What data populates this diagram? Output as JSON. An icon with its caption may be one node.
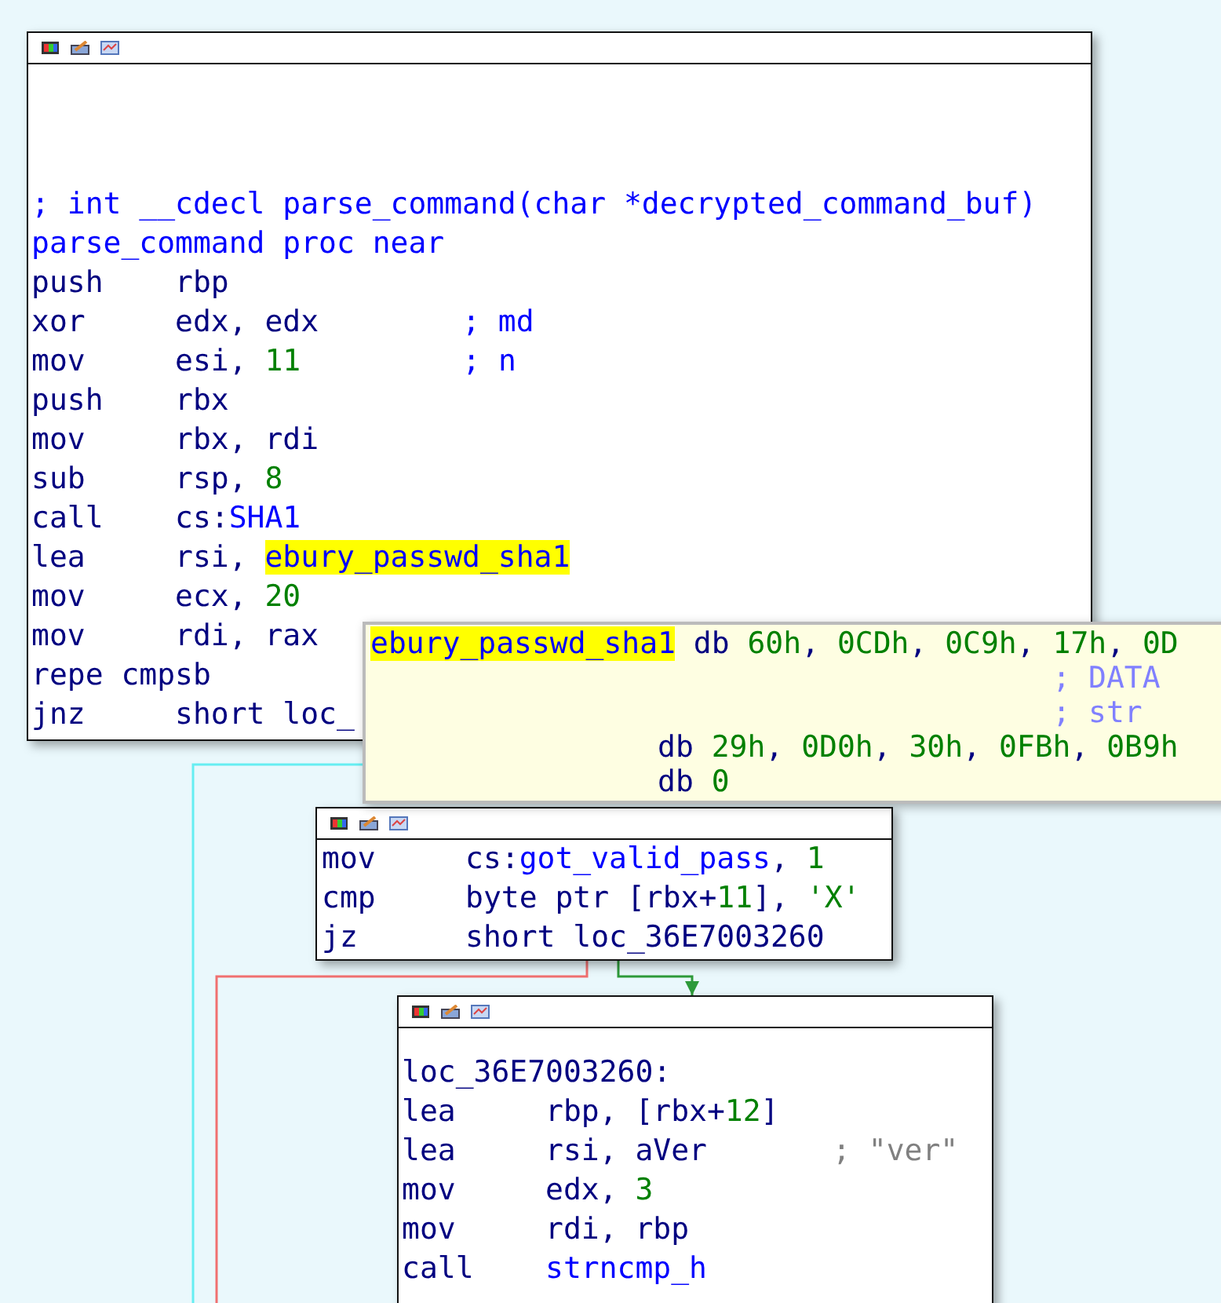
{
  "diagram": {
    "nodes": [
      {
        "text": [
          "; int __cdecl parse_command(char *decrypted_command_buf)",
          "parse_command proc near",
          "push    rbp",
          "xor     edx, edx        ; md",
          "mov     esi, 11         ; n",
          "push    rbx",
          "mov     rbx, rdi",
          "sub     rsp, 8",
          "call    cs:SHA1",
          "lea     rsi, ebury_passwd_sha1",
          "mov     ecx, 20",
          "mov     rdi, rax",
          "repe cmpsb",
          "jnz     short loc_"
        ]
      },
      {
        "text": [
          "mov     cs:got_valid_pass, 1",
          "cmp     byte ptr [rbx+11], 'X'",
          "jz      short loc_36E7003260"
        ]
      },
      {
        "text": [
          "loc_36E7003260:",
          "lea     rbp, [rbx+12]",
          "lea     rsi, aVer       ; \"ver\"",
          "mov     edx, 3",
          "mov     rdi, rbp",
          "call    strncmp_h"
        ]
      },
      {
        "text": [
          "ebury_passwd_sha1 db 60h, 0CDh, 0C9h, 17h, 0D",
          "                                      ; DATA",
          "                                      ; str",
          "                db 29h, 0D0h, 30h, 0FBh, 0B9h",
          "                db 0"
        ]
      }
    ],
    "edges": [
      {
        "from": 0,
        "to": null,
        "arrow": "none",
        "color": "#66eef2"
      },
      {
        "from": 1,
        "to": null,
        "arrow": "none",
        "color": "#f07070"
      },
      {
        "from": 1,
        "to": 2,
        "arrow": "to",
        "color": "#2e9a3a"
      }
    ]
  }
}
